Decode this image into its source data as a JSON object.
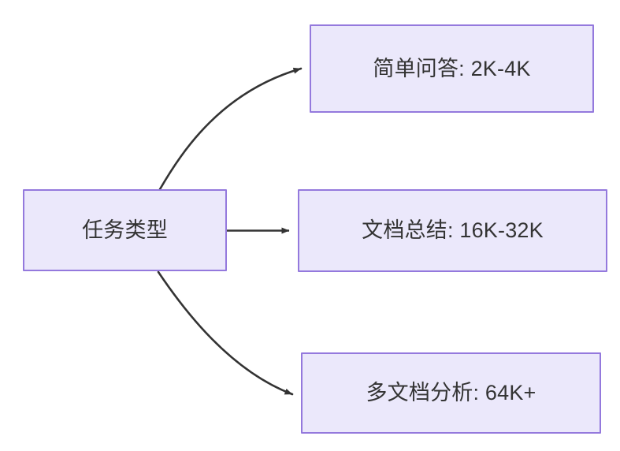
{
  "diagram": {
    "type": "flowchart",
    "direction": "left-to-right",
    "background_color": "#ffffff",
    "node_fill_color": "#ebe8fb",
    "node_border_color": "#9479dd",
    "node_text_color": "#333333",
    "edge_color": "#333333",
    "nodes": [
      {
        "id": "root",
        "label": "任务类型",
        "role": "source"
      },
      {
        "id": "simple-qa",
        "label": "简单问答: 2K-4K",
        "role": "target"
      },
      {
        "id": "doc-summary",
        "label": "文档总结: 16K-32K",
        "role": "target"
      },
      {
        "id": "multi-doc",
        "label": "多文档分析: 64K+",
        "role": "target"
      }
    ],
    "edges": [
      {
        "id": "edge-root-simple-qa",
        "from": "root",
        "to": "simple-qa",
        "style": "curved",
        "arrowhead": "solid-triangle",
        "label": ""
      },
      {
        "id": "edge-root-doc-summary",
        "from": "root",
        "to": "doc-summary",
        "style": "straight",
        "arrowhead": "solid-triangle",
        "label": ""
      },
      {
        "id": "edge-root-multi-doc",
        "from": "root",
        "to": "multi-doc",
        "style": "curved",
        "arrowhead": "solid-triangle",
        "label": ""
      }
    ]
  }
}
